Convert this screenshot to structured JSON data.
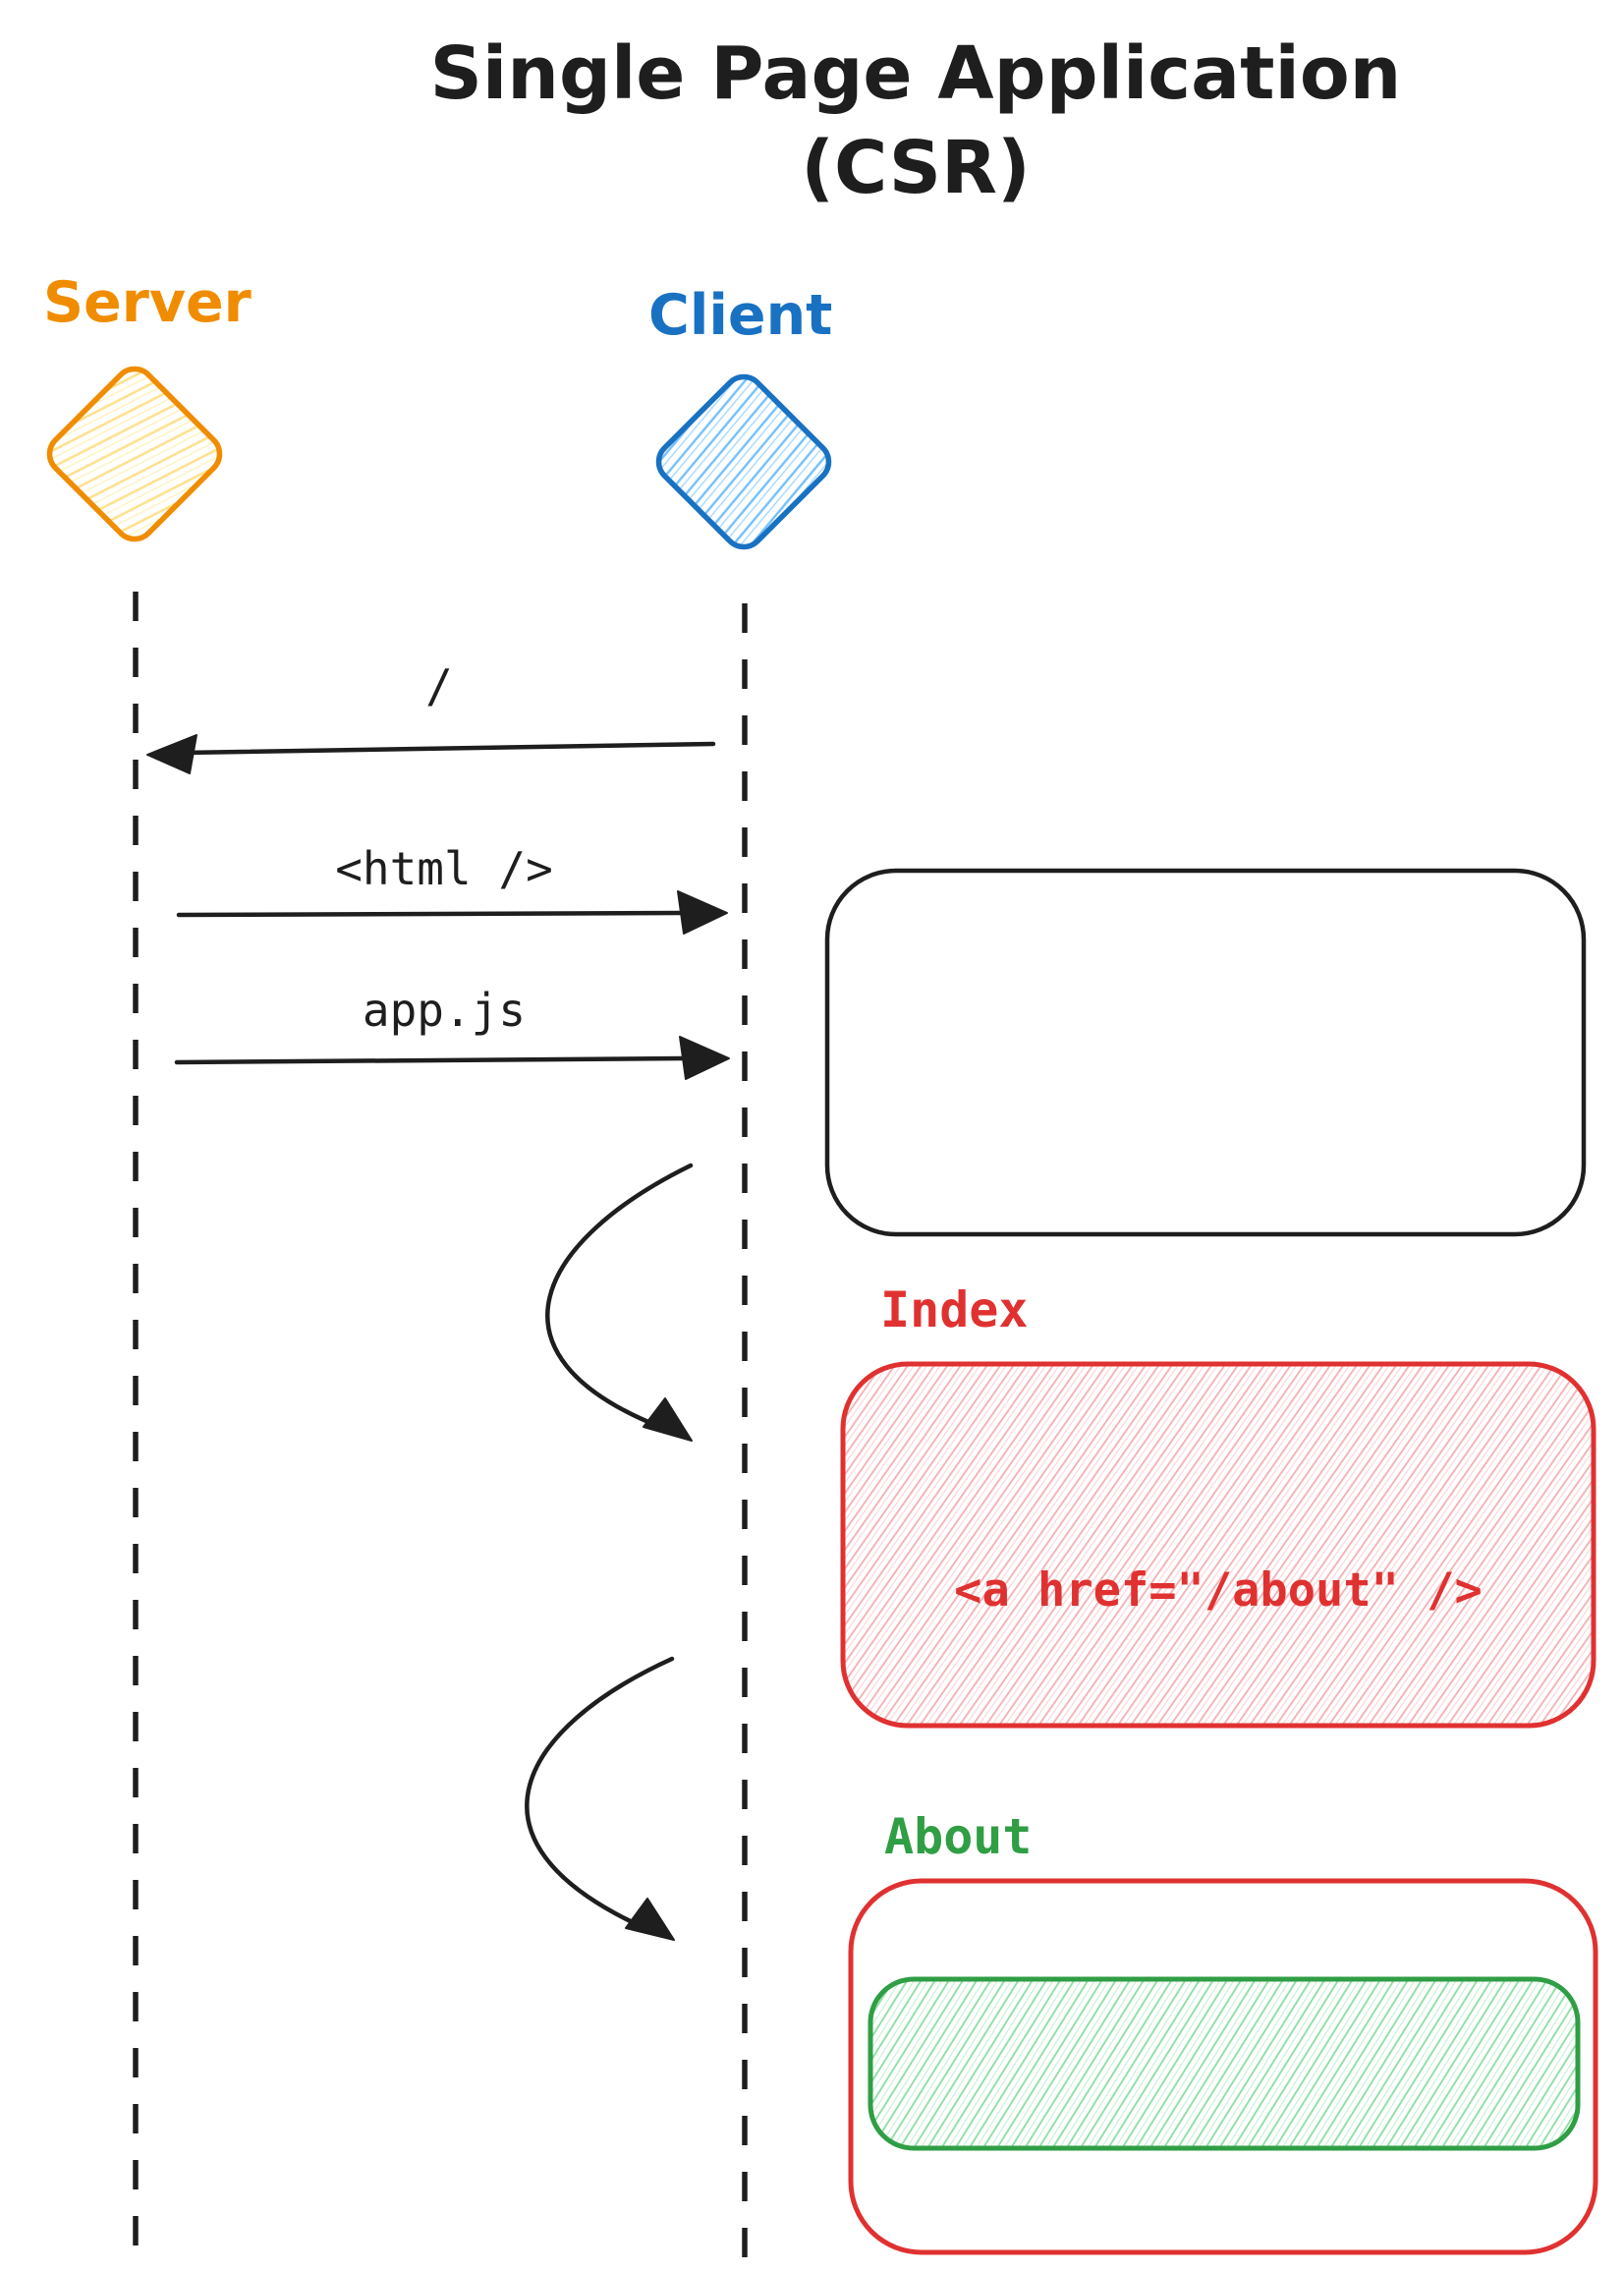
{
  "palette": {
    "ink": "#1e1e1e",
    "background": "#ffffff"
  },
  "title": {
    "line1": "Single Page Application",
    "line2": "(CSR)"
  },
  "actors": {
    "server": {
      "label": "Server",
      "color": "#f08c00",
      "hatch": "#ffe08a"
    },
    "client": {
      "label": "Client",
      "color": "#1971c2",
      "hatch": "#74c0fc"
    }
  },
  "messages": [
    {
      "label": "/",
      "from": "Client",
      "to": "Server"
    },
    {
      "label": "<html />",
      "from": "Server",
      "to": "Client"
    },
    {
      "label": "app.js",
      "from": "Server",
      "to": "Client"
    }
  ],
  "pages": {
    "index": {
      "label": "Index",
      "code": "<a href=\"/about\" />",
      "color": "#e03131",
      "hatch": "#f2b3b6"
    },
    "about": {
      "label": "About",
      "color": "#2f9e44",
      "hatch": "#8fdfa5",
      "outer_color": "#e03131"
    }
  }
}
